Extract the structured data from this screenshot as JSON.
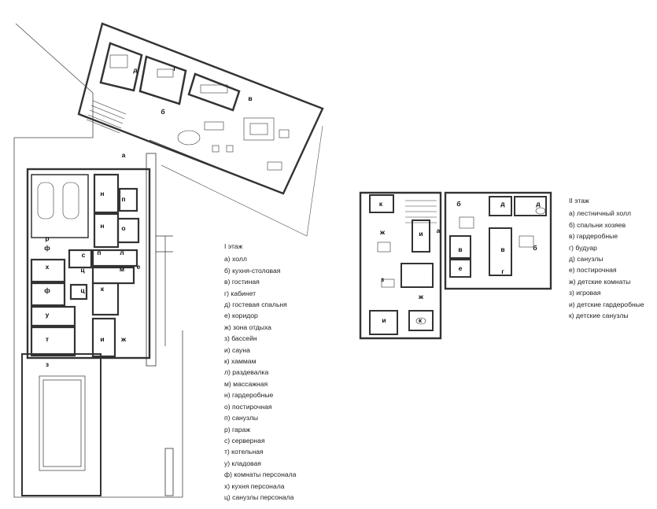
{
  "legend1": {
    "title": "I этаж",
    "items": [
      "а)  холл",
      "б)  кухня-столовая",
      "в)  гостиная",
      "г)  кабинет",
      "д)  гостевая спальня",
      "е)  коридор",
      "ж)  зона отдыха",
      "з)  бассейн",
      "и)  сауна",
      "к)  хаммам",
      "л)  раздевалка",
      "м) массажная",
      "н) гардеробные",
      "о) постирочная",
      "п) санузлы",
      "р) гараж",
      "с) серверная",
      "т) котельная",
      "у) кладовая",
      "ф) комнаты персонала",
      "х) кухня персонала",
      "ц) санузлы персонала"
    ]
  },
  "legend2": {
    "title": "II этаж",
    "items": [
      "а)  лестничный холл",
      "б)  спальни хозяев",
      "в)  гардеробные",
      "г)  будуар",
      "д)  санузлы",
      "е)  постирочная",
      "ж) детские комнаты",
      "з)  игровая",
      "и)  детские гардеробные",
      "к)  детские санузлы"
    ]
  },
  "plan1_labels": [
    "д",
    "г",
    "б",
    "в",
    "а",
    "н",
    "п",
    "н",
    "о",
    "р",
    "ф",
    "с",
    "п",
    "л",
    "х",
    "ц",
    "м",
    "е",
    "ф",
    "ц",
    "к",
    "у",
    "т",
    "и",
    "ж",
    "з"
  ],
  "plan2_labels": [
    "к",
    "а",
    "б",
    "д",
    "д",
    "ж",
    "и",
    "в",
    "в",
    "б",
    "е",
    "г",
    "з",
    "ж",
    "и",
    "к"
  ]
}
